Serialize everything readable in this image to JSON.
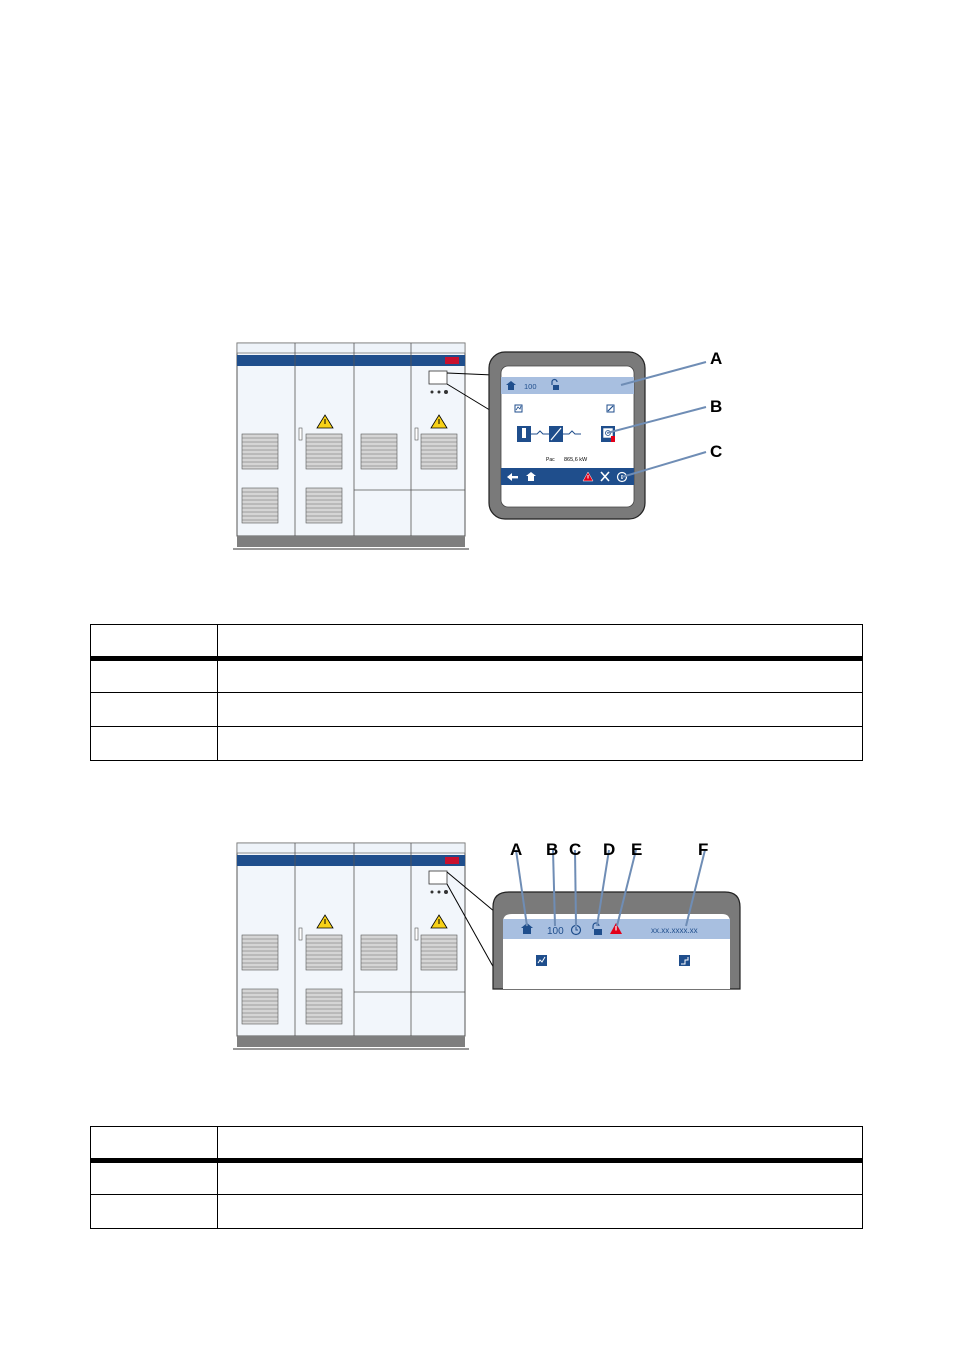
{
  "figure1": {
    "callouts": [
      "A",
      "B",
      "C"
    ],
    "status_bar": {
      "power_value": "100"
    },
    "power_readout": {
      "label": "Pac",
      "value": "865,6 kW"
    }
  },
  "figure2": {
    "callouts": [
      "A",
      "B",
      "C",
      "D",
      "E",
      "F"
    ],
    "status_bar": {
      "power_value": "100",
      "version_text": "xx.xx.xxxx.xx"
    }
  },
  "colors": {
    "display_blue": "#1f4e8c",
    "status_bar_light": "#a8bfe0",
    "cabinet_fill": "#f2f6fb",
    "base_gray": "#7f7f7f",
    "bezel_gray": "#7a7a7a",
    "warning_red": "#e2001a"
  }
}
